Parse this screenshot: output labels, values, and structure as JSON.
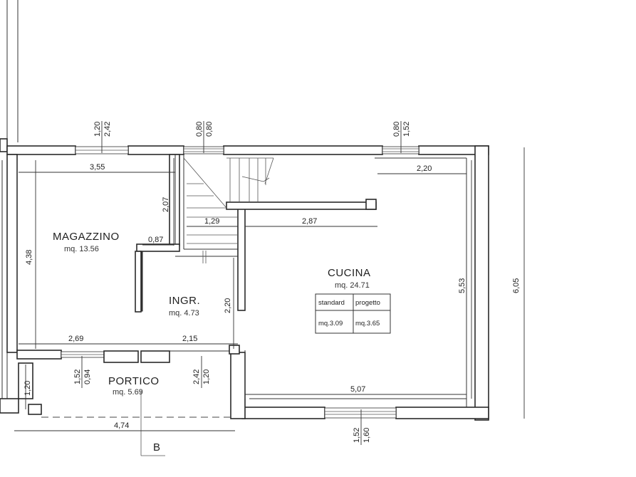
{
  "rooms": {
    "magazzino": {
      "name": "MAGAZZINO",
      "area": "mq. 13.56"
    },
    "ingresso": {
      "name": "INGR.",
      "area": "mq. 4.73"
    },
    "cucina": {
      "name": "CUCINA",
      "area": "mq. 24.71"
    },
    "portico": {
      "name": "PORTICO",
      "area": "mq. 5.69"
    }
  },
  "table": {
    "headers": [
      "standard",
      "progetto"
    ],
    "values": [
      "mq.3.09",
      "mq.3.65"
    ]
  },
  "section_label": "B",
  "dimensions": {
    "w_355": "3,55",
    "h_438": "4,38",
    "h_207": "2,07",
    "w_087": "0,87",
    "w_129": "1,29",
    "w_287": "2,87",
    "w_220_top": "2,20",
    "h_553": "5,53",
    "h_605": "6,05",
    "h_220_ingr": "2,20",
    "w_269": "2,69",
    "w_215": "2,15",
    "w_507": "5,07",
    "w_474": "4,74",
    "h_120_left": "1,20",
    "win_top_left_a": "1,20",
    "win_top_left_b": "2,42",
    "win_top_mid_a": "0,80",
    "win_top_mid_b": "0,80",
    "win_top_right_a": "0,80",
    "win_top_right_b": "1,52",
    "win_mid_a": "1,52",
    "win_mid_b": "0,94",
    "win_por_a": "2,42",
    "win_por_b": "1,20",
    "win_bot_a": "1,52",
    "win_bot_b": "1,60"
  }
}
